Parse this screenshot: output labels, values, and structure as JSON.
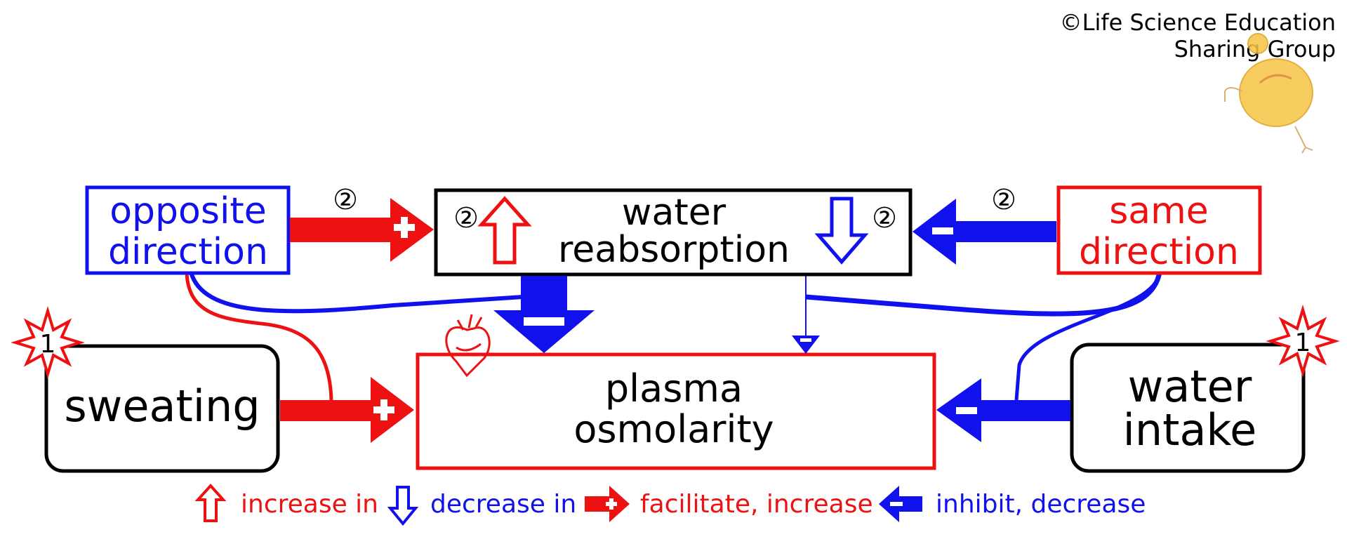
{
  "copyright": {
    "line1": "©Life Science Education",
    "line2": "Sharing Group"
  },
  "colors": {
    "red": "#ee1111",
    "blue": "#1111ee",
    "black": "#000000",
    "chick_fill": "#f5c542"
  },
  "nodes": {
    "opposite": {
      "line1": "opposite",
      "line2": "direction"
    },
    "same": {
      "line1": "same",
      "line2": "direction"
    },
    "water_reabsorption": {
      "line1": "water",
      "line2": "reabsorption",
      "marker": "②"
    },
    "plasma": {
      "line1": "plasma",
      "line2": "osmolarity"
    },
    "sweating": {
      "label": "sweating",
      "badge": "1"
    },
    "water_intake": {
      "line1": "water",
      "line2": "intake",
      "badge": "1"
    }
  },
  "step_markers": {
    "left_arrow": "②",
    "right_arrow": "②"
  },
  "legend": {
    "increase": "increase in",
    "decrease": "decrease in",
    "facilitate": "facilitate, increase",
    "inhibit": "inhibit, decrease"
  },
  "icons": [
    "heart-icon",
    "chick-logo-icon",
    "starburst-icon"
  ]
}
